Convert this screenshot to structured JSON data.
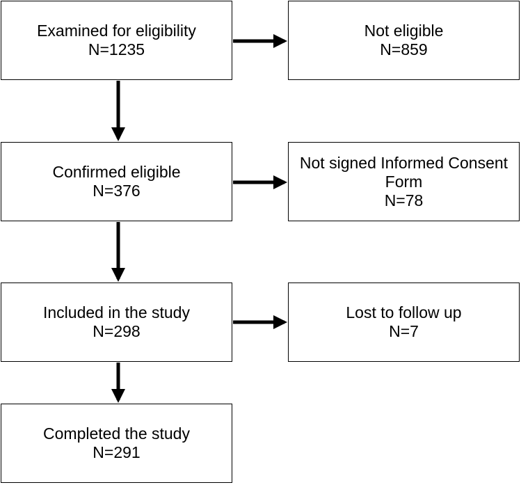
{
  "main_flow": [
    {
      "label": "Examined for eligibility",
      "count": "N=1235"
    },
    {
      "label": "Confirmed eligible",
      "count": "N=376"
    },
    {
      "label": "Included in the study",
      "count": "N=298"
    },
    {
      "label": "Completed the study",
      "count": "N=291"
    }
  ],
  "side_boxes": [
    {
      "lines": [
        "Not eligible"
      ],
      "count": "N=859"
    },
    {
      "lines": [
        "Not signed Informed Consent",
        "Form"
      ],
      "count": "N=78"
    },
    {
      "lines": [
        "Lost to follow up"
      ],
      "count": "N=7"
    }
  ]
}
